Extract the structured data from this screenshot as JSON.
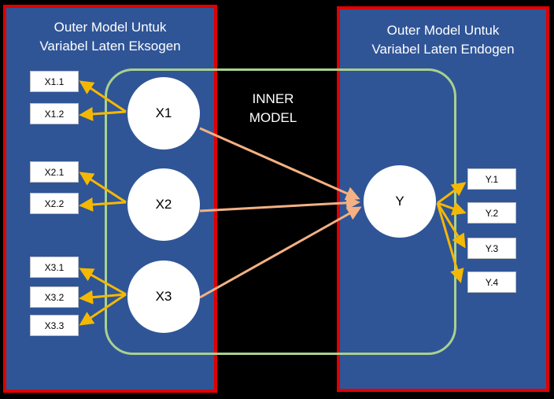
{
  "left_panel": {
    "title_line1": "Outer Model Untuk",
    "title_line2": "Variabel Laten Eksogen"
  },
  "right_panel": {
    "title_line1": "Outer Model Untuk",
    "title_line2": "Variabel Laten Endogen"
  },
  "inner_model": {
    "line1": "INNER",
    "line2": "MODEL"
  },
  "latents": {
    "x1": "X1",
    "x2": "X2",
    "x3": "X3",
    "y": "Y"
  },
  "indicators": {
    "x1_1": "X1.1",
    "x1_2": "X1.2",
    "x2_1": "X2.1",
    "x2_2": "X2.2",
    "x3_1": "X3.1",
    "x3_2": "X3.2",
    "x3_3": "X3.3",
    "y_1": "Y.1",
    "y_2": "Y.2",
    "y_3": "Y.3",
    "y_4": "Y.4"
  },
  "colors": {
    "background": "#000000",
    "panel_fill": "#2f5597",
    "panel_border": "#e00000",
    "inner_border": "#a9d18e",
    "outer_arrow": "#f5b800",
    "inner_arrow": "#f4b183"
  }
}
